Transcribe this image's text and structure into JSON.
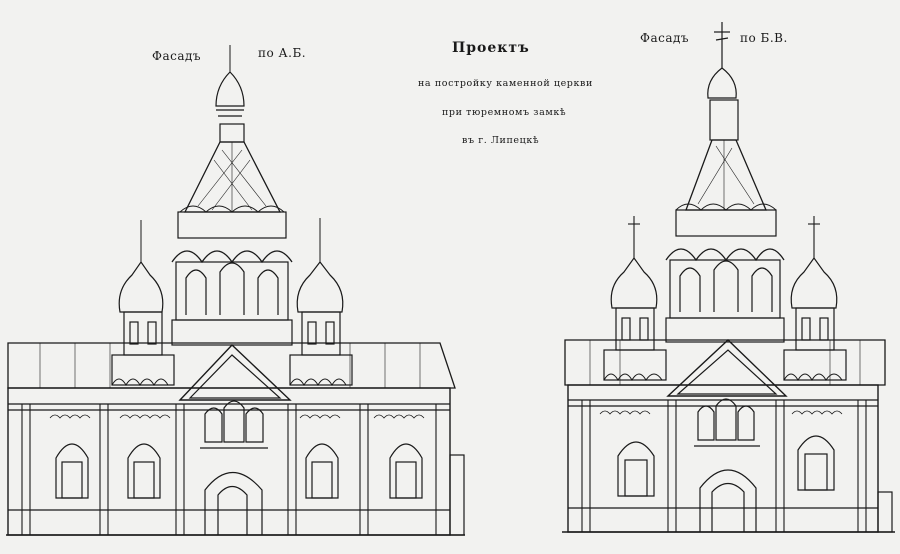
{
  "left_facade": {
    "caption": "Фасадъ",
    "section": "по А.Б."
  },
  "right_facade": {
    "caption": "Фасадъ",
    "section": "по Б.В."
  },
  "project": {
    "title": "Проектъ",
    "line1": "на постройку каменной церкви",
    "line2": "при тюремномъ замкѣ",
    "line3": "въ г. Липецкѣ"
  }
}
